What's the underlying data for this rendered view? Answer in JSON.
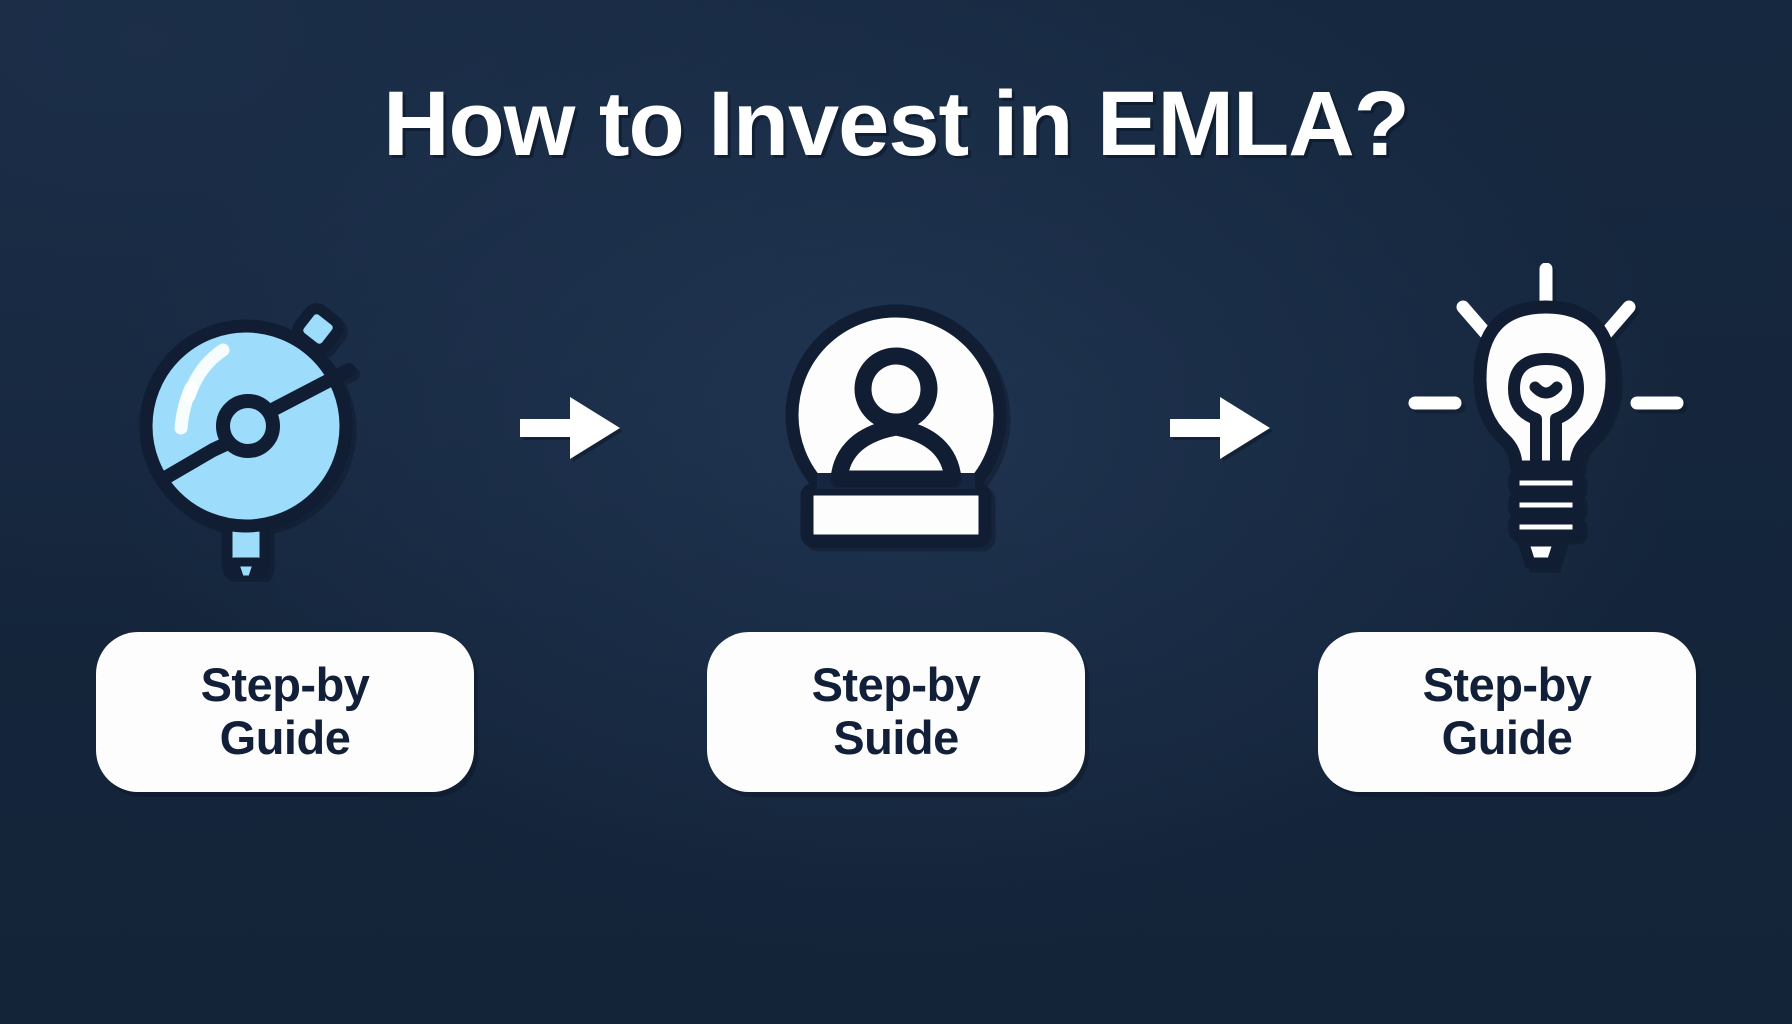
{
  "page": {
    "background_color": "#152740",
    "title": "How to Invest in EMLA?",
    "title_color": "#ffffff"
  },
  "palette": {
    "background": "#152740",
    "ink": "#101d33",
    "white": "#fdfdfd",
    "accent_light_blue": "#9ddcfb",
    "accent_light_blue_highlight": "#ffffff"
  },
  "steps": [
    {
      "icon_name": "stopwatch-icon",
      "icon_description": "light blue round stopwatch with crown button and gauge needle",
      "icon_fill": "#9ddcfb",
      "icon_stroke": "#101d33",
      "button": {
        "line1": "Step-by",
        "line2": "Guide"
      }
    },
    {
      "icon_name": "user-badge-icon",
      "icon_description": "white circle containing a person silhouette above a white bar",
      "icon_fill": "#fdfdfd",
      "icon_stroke": "#101d33",
      "button": {
        "line1": "Step-by",
        "line2": "Suide"
      }
    },
    {
      "icon_name": "lightbulb-icon",
      "icon_description": "white glowing light bulb with rays and filament",
      "icon_fill": "#fdfdfd",
      "icon_stroke": "#101d33",
      "button": {
        "line1": "Step-by",
        "line2": "Guide"
      }
    }
  ],
  "arrows": [
    {
      "name": "arrow-right-icon-1",
      "glyph": "➡",
      "color": "#ffffff"
    },
    {
      "name": "arrow-right-icon-2",
      "glyph": "➡",
      "color": "#ffffff"
    }
  ]
}
